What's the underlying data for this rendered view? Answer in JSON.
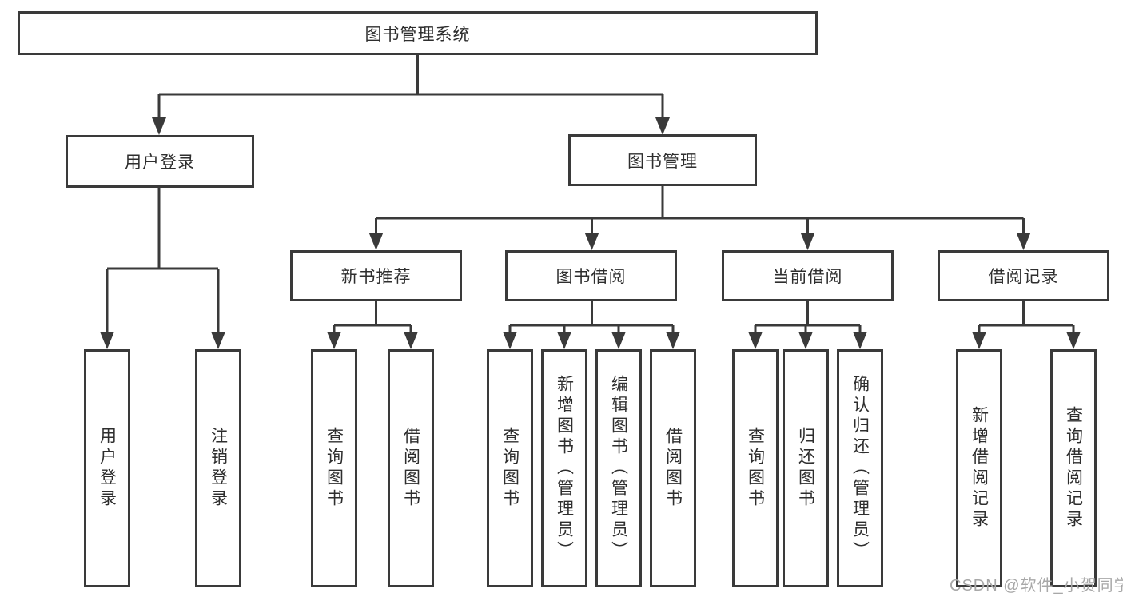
{
  "nodes": {
    "root": "图书管理系统",
    "level2": [
      "用户登录",
      "图书管理"
    ],
    "level3": [
      "新书推荐",
      "图书借阅",
      "当前借阅",
      "借阅记录"
    ],
    "user_login_children": [
      "用户登录",
      "注销登录"
    ],
    "new_book_children": [
      "查询图书",
      "借阅图书"
    ],
    "book_borrow_children": [
      "查询图书",
      "新增图书（管理员）",
      "编辑图书（管理员）",
      "借阅图书"
    ],
    "current_borrow_children": [
      "查询图书",
      "归还图书",
      "确认归还（管理员）"
    ],
    "borrow_record_children": [
      "新增借阅记录",
      "查询借阅记录"
    ]
  },
  "watermark": "CSDN @软件_小贺同学",
  "colors": {
    "line": "#3a3a3a",
    "text": "#2e2e2e",
    "watermark": "#a8a8a8",
    "background": "#ffffff"
  }
}
